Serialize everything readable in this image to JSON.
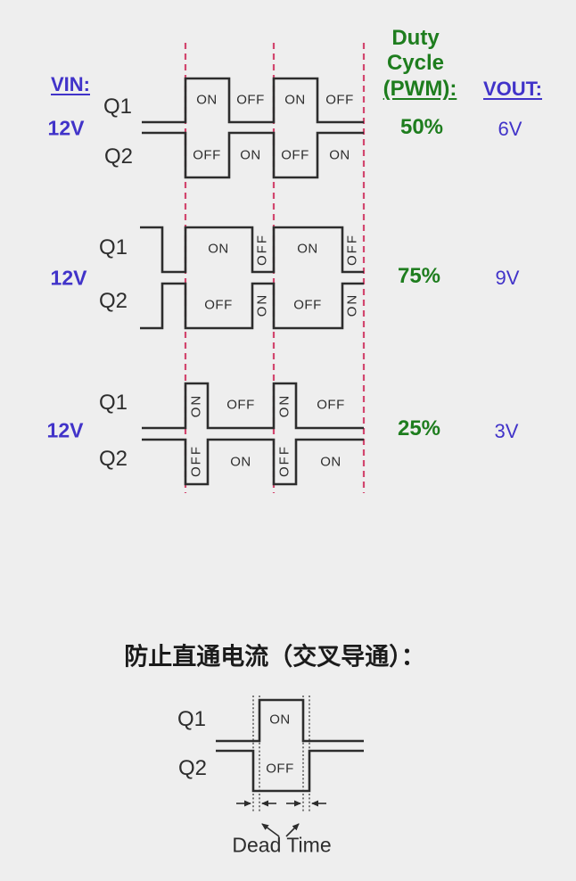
{
  "colors": {
    "background": "#eeeeee",
    "line": "#2d2d2d",
    "dashed_marker": "#d2466e",
    "blue_text": "#4133c9",
    "green_text": "#1e7d1e",
    "heading_text": "#1b1b1b"
  },
  "header": {
    "vin_label": "VIN:",
    "duty_line1": "Duty",
    "duty_line2": "Cycle",
    "duty_line3": "(PWM):",
    "vout_label": "VOUT:"
  },
  "rows": [
    {
      "vin": "12V",
      "q1": "Q1",
      "q2": "Q2",
      "duty": "50%",
      "vout": "6V",
      "q1_segments": [
        "ON",
        "OFF",
        "ON",
        "OFF"
      ],
      "q2_segments": [
        "OFF",
        "ON",
        "OFF",
        "ON"
      ]
    },
    {
      "vin": "12V",
      "q1": "Q1",
      "q2": "Q2",
      "duty": "75%",
      "vout": "9V",
      "q1_segments": [
        "ON",
        "OFF",
        "ON",
        "OFF"
      ],
      "q2_segments": [
        "OFF",
        "ON",
        "OFF",
        "ON"
      ]
    },
    {
      "vin": "12V",
      "q1": "Q1",
      "q2": "Q2",
      "duty": "25%",
      "vout": "3V",
      "q1_segments": [
        "ON",
        "OFF",
        "ON",
        "OFF"
      ],
      "q2_segments": [
        "OFF",
        "ON",
        "OFF",
        "ON"
      ]
    }
  ],
  "dead_time": {
    "title": "防止直通电流（交叉导通）：",
    "q1": "Q1",
    "q2": "Q2",
    "on_label": "ON",
    "off_label": "OFF",
    "dead_label": "Dead Time"
  }
}
